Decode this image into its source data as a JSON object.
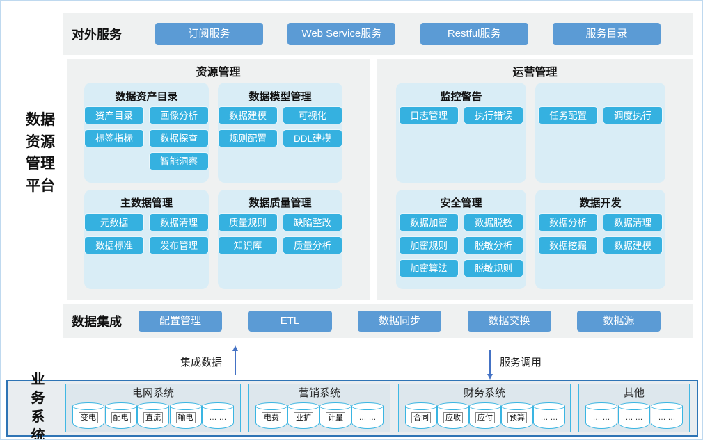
{
  "colors": {
    "service_button": "#5B9BD5",
    "chip_button": "#35B1E0",
    "block_bg": "#D9EDF6",
    "panel_bg": "#EFF1F1",
    "business_border": "#2E74B5",
    "group_border": "#41B8E4",
    "cylinder_stroke": "#3AB5E2",
    "arrow": "#4472C4"
  },
  "platform": {
    "title": "数据资源管理平台"
  },
  "services": {
    "label": "对外服务",
    "buttons": [
      "订阅服务",
      "Web Service服务",
      "Restful服务",
      "服务目录"
    ]
  },
  "resource": {
    "title": "资源管理",
    "blocks": [
      {
        "title": "数据资产目录",
        "rows": [
          [
            "资产目录",
            "画像分析"
          ],
          [
            "标签指标",
            "数据探查"
          ],
          [
            "",
            "智能洞察"
          ]
        ]
      },
      {
        "title": "数据模型管理",
        "rows": [
          [
            "数据建模",
            "可视化"
          ],
          [
            "规则配置",
            "DDL建模"
          ]
        ]
      },
      {
        "title": "主数据管理",
        "rows": [
          [
            "元数据",
            "数据清理"
          ],
          [
            "数据标准",
            "发布管理"
          ]
        ]
      },
      {
        "title": "数据质量管理",
        "rows": [
          [
            "质量规则",
            "缺陷整改"
          ],
          [
            "知识库",
            "质量分析"
          ]
        ]
      }
    ]
  },
  "operation": {
    "title": "运营管理",
    "blocks": [
      {
        "title": "监控警告",
        "rows": [
          [
            "日志管理",
            "执行错误"
          ]
        ]
      },
      {
        "title": "",
        "rows": [
          [
            "任务配置",
            "调度执行"
          ]
        ]
      },
      {
        "title": "安全管理",
        "rows": [
          [
            "数据加密",
            "数据脱敏"
          ],
          [
            "加密规则",
            "脱敏分析"
          ],
          [
            "加密算法",
            "脱敏规则"
          ]
        ]
      },
      {
        "title": "数据开发",
        "rows": [
          [
            "数据分析",
            "数据清理"
          ],
          [
            "数据挖掘",
            "数据建模"
          ]
        ]
      }
    ]
  },
  "integration": {
    "label": "数据集成",
    "buttons": [
      "配置管理",
      "ETL",
      "数据同步",
      "数据交换",
      "数据源"
    ]
  },
  "flows": {
    "up": {
      "label": "集成数据",
      "direction": "up"
    },
    "down": {
      "label": "服务调用",
      "direction": "down"
    }
  },
  "business": {
    "label": "业务系统",
    "groups": [
      {
        "title": "电网系统",
        "databases": [
          "变电",
          "配电",
          "直流",
          "输电",
          "… …"
        ]
      },
      {
        "title": "营销系统",
        "databases": [
          "电费",
          "业扩",
          "计量",
          "… …"
        ]
      },
      {
        "title": "财务系统",
        "databases": [
          "合同",
          "应收",
          "应付",
          "预算",
          "… …"
        ]
      },
      {
        "title": "其他",
        "databases": [
          "… …",
          "… …",
          "… …"
        ]
      }
    ]
  }
}
